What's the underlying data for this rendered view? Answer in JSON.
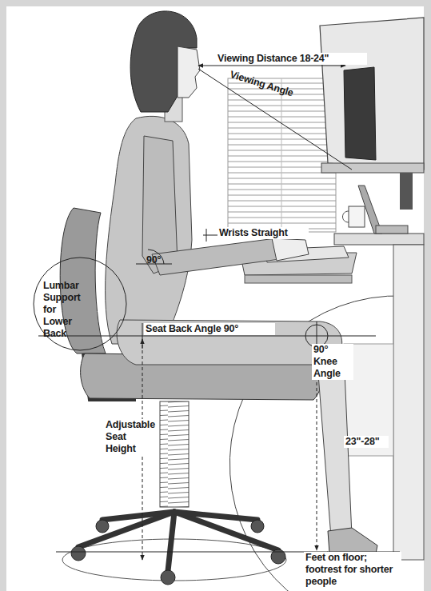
{
  "diagram": {
    "labels": [
      "Viewing Distance 18-24\"",
      "Viewing Angle",
      "Wrists Straight",
      "90°",
      "Lumbar Support for Lower Back",
      "Seat Back Angle 90°",
      "90° Knee Angle",
      "23\"-28\"",
      "Adjustable Seat Height",
      "Feet on floor; footrest for shorter people"
    ]
  }
}
